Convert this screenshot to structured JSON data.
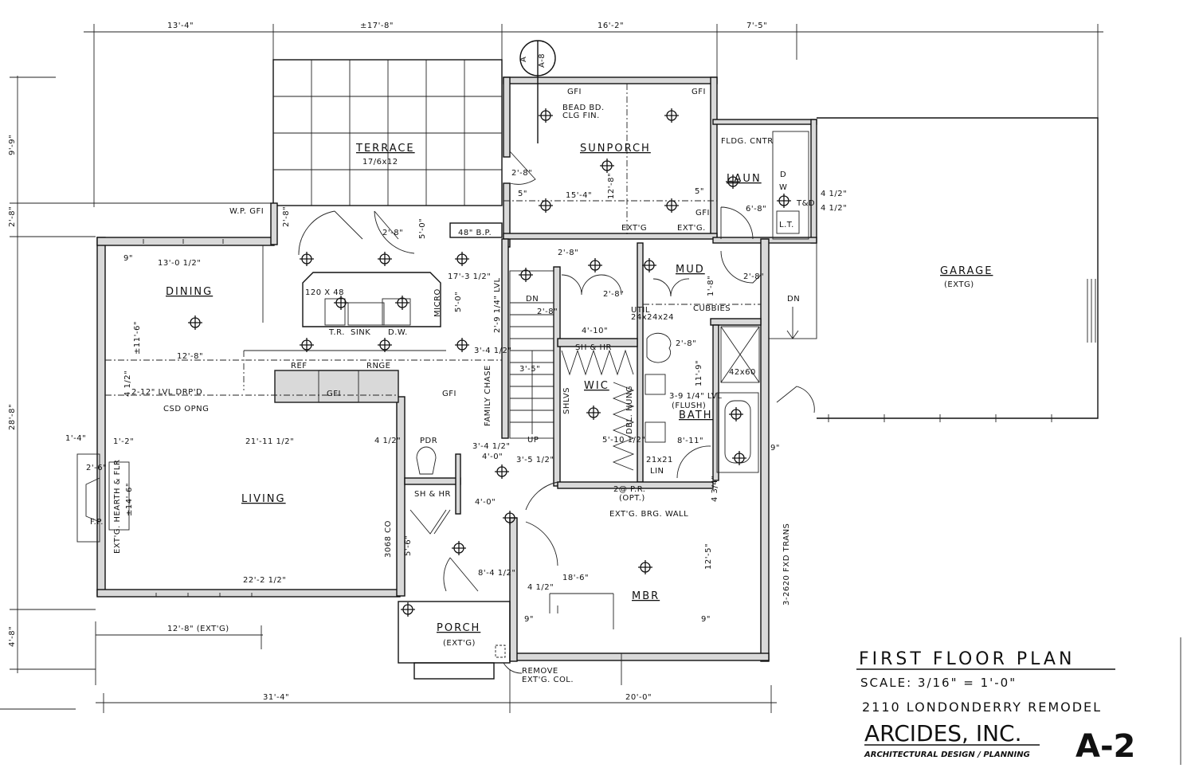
{
  "title_block": {
    "title": "FIRST FLOOR PLAN",
    "scale": "SCALE: 3/16\" = 1'-0\"",
    "project": "2110 LONDONDERRY REMODEL",
    "firm": "ARCIDES, INC.",
    "firm_tagline": "ARCHITECTURAL DESIGN / PLANNING",
    "sheet": "A-2"
  },
  "section_marker": {
    "left": "A",
    "right": "A-8"
  },
  "rooms": {
    "terrace": "TERRACE",
    "terrace_size": "17/6x12",
    "sunporch": "SUNPORCH",
    "dining": "DINING",
    "living": "LIVING",
    "wic": "WIC",
    "bath": "BATH",
    "mbr": "MBR",
    "porch": "PORCH",
    "porch_note": "(EXT'G)",
    "garage": "GARAGE",
    "garage_note": "(EXTG)",
    "mud": "MUD",
    "laun": "LAUN",
    "pdr": "PDR"
  },
  "notes": [
    "BEAD BD.",
    "CLG FIN.",
    "FLDG. CNTR",
    "GFI",
    "GFI",
    "GFI",
    "W.P. GFI",
    "48\" B.P.",
    "120 X 48",
    "T.R.",
    "SINK",
    "D.W.",
    "MICRO",
    "REF",
    "RNGE",
    "GFI",
    "GFI",
    "2-12\" LVL DRP'D",
    "CSD OPNG",
    "CUBBIES",
    "UTIL",
    "24x24x24",
    "SH & HR",
    "SH & HR",
    "SHLVS",
    "DBL. HUNG",
    "42x60",
    "21x21",
    "LIN",
    "3-9 1/4\" LVL",
    "(FLUSH)",
    "2@ P.R.",
    "(OPT.)",
    "EXT'G. BRG. WALL",
    "REMOVE",
    "EXT'G. COL.",
    "F.P.",
    "EXT'G. HEARTH & FLR",
    "3-2620 FXD TRANS",
    "3068 CO",
    "FAMILY CHASE",
    "DN",
    "DN",
    "UP",
    "D",
    "W",
    "L.T.",
    "EXT'G",
    "EXT'G.",
    "T&D"
  ],
  "dimensions": [
    "13'-4\"",
    "±17'-8\"",
    "16'-2\"",
    "7'-5\"",
    "9'-9\"",
    "2'-8\"",
    "28'-8\"",
    "4'-8\"",
    "31'-4\"",
    "20'-0\"",
    "12'-8\" (EXT'G)",
    "13'-0 1/2\"",
    "17'-3 1/2\"",
    "±11'-6\"",
    "12'-8\"",
    "21'-11 1/2\"",
    "±14'-6\"",
    "22'-2 1/2\"",
    "1'-4\"",
    "1'-2\"",
    "2'-6\"",
    "15'-4\"",
    "6'-8\"",
    "4 1/2\"",
    "4 1/2\"",
    "12'-8\"",
    "5'-10 1/2\"",
    "8'-11\"",
    "12'-5\"",
    "18'-6\"",
    "4'-10\"",
    "3'-4 1/2\"",
    "3'-5\"",
    "3'-4 1/2\"",
    "3'-5 1/2\"",
    "4'-0\"",
    "5'-6\"",
    "8'-4 1/2\"",
    "11'-9\"",
    "4'-0\"",
    "2'-9 1/4\" LVL",
    "4 1/2\"",
    "4 1/2\"",
    "4 1/2\"",
    "9\"",
    "9\"",
    "9\"",
    "5\"",
    "5\"",
    "2'-8\"",
    "5'-0\"",
    "2'-8\"",
    "2'-8\"",
    "2'-8\"",
    "2'-8\"",
    "2'-8\"",
    "2'-8\"",
    "2'-8\"",
    "4 3/4\"",
    "9\"",
    "5'-0\"",
    "1'-8\""
  ]
}
